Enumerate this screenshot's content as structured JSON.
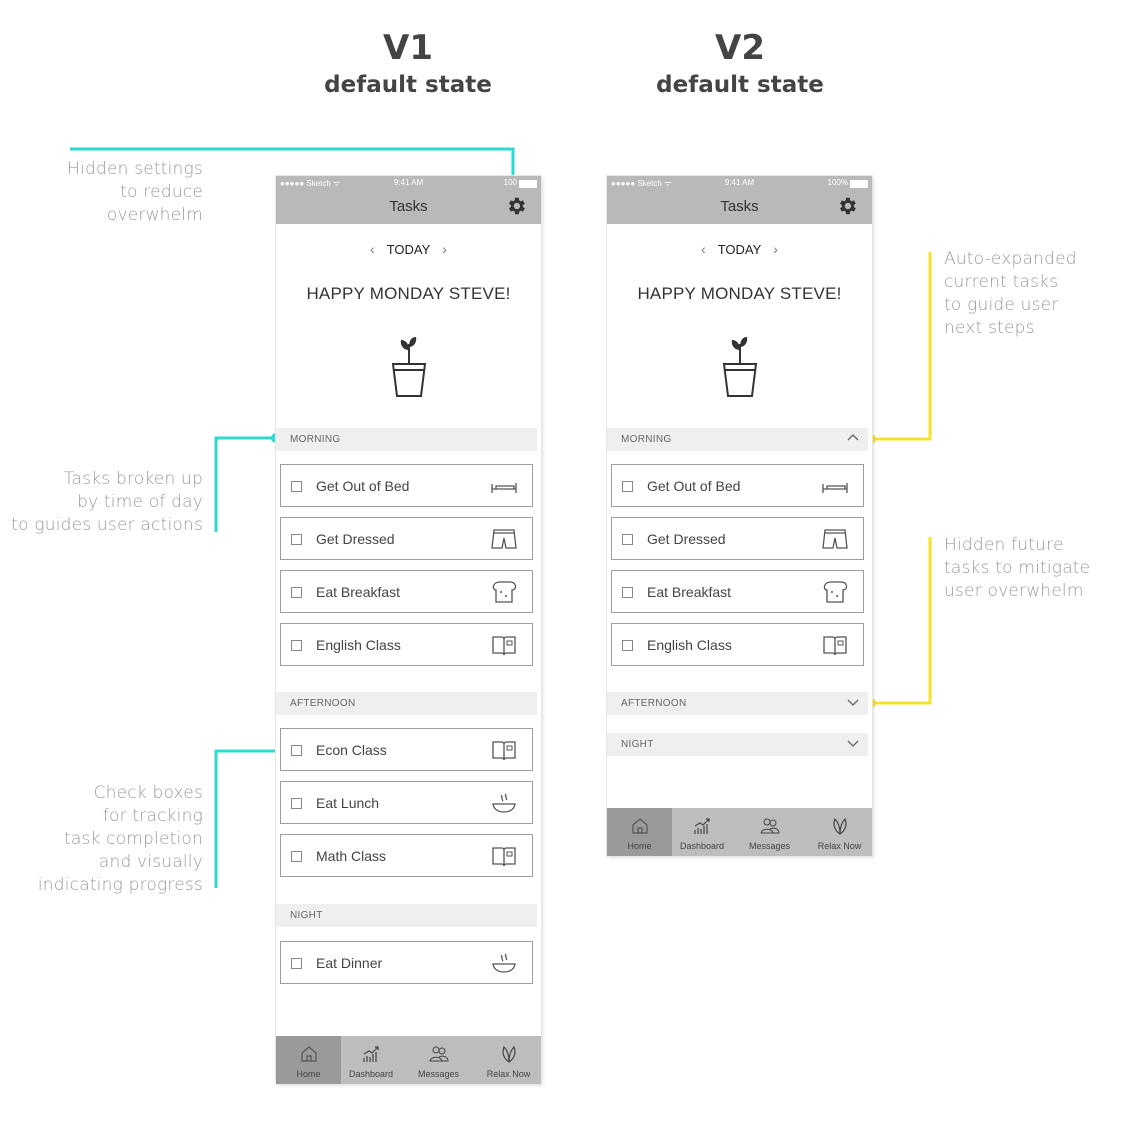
{
  "versions": {
    "v1": {
      "title": "V1",
      "subtitle": "default state"
    },
    "v2": {
      "title": "V2",
      "subtitle": "default state"
    }
  },
  "annotations": {
    "settings": [
      "Hidden settings",
      "to reduce",
      "overwhelm"
    ],
    "time_of_day": [
      "Tasks broken up",
      "by  time of day",
      "to guides user actions"
    ],
    "checkboxes": [
      "Check boxes",
      "for tracking",
      "task completion",
      "and visually",
      "indicating progress"
    ],
    "auto_expanded": [
      "Auto-expanded",
      "current tasks",
      "to guide user",
      "next steps"
    ],
    "hidden_future": [
      "Hidden future",
      "tasks to mitigate",
      "user overwhelm"
    ]
  },
  "colors": {
    "accent_v1": "#2fd9cf",
    "accent_v2": "#f5e12e"
  },
  "phone": {
    "status_carrier": "●●●●● Sketch ᯤ",
    "status_time": "9:41 AM",
    "status_battery_v1": "100",
    "status_battery_v2": "100%",
    "nav_title": "Tasks",
    "date_label": "TODAY",
    "greeting": "HAPPY MONDAY STEVE!",
    "sections": {
      "morning": "MORNING",
      "afternoon": "AFTERNOON",
      "night": "NIGHT"
    },
    "morning_tasks": [
      {
        "label": "Get Out of Bed",
        "icon": "bed-icon"
      },
      {
        "label": "Get Dressed",
        "icon": "shorts-icon"
      },
      {
        "label": "Eat Breakfast",
        "icon": "bread-icon"
      },
      {
        "label": "English Class",
        "icon": "book-icon"
      }
    ],
    "afternoon_tasks": [
      {
        "label": "Econ Class",
        "icon": "book-icon"
      },
      {
        "label": "Eat Lunch",
        "icon": "bowl-icon"
      },
      {
        "label": "Math Class",
        "icon": "book-icon"
      }
    ],
    "night_tasks": [
      {
        "label": "Eat Dinner",
        "icon": "bowl-icon"
      }
    ],
    "tabs": [
      "Home",
      "Dashboard",
      "Messages",
      "Relax Now"
    ]
  }
}
